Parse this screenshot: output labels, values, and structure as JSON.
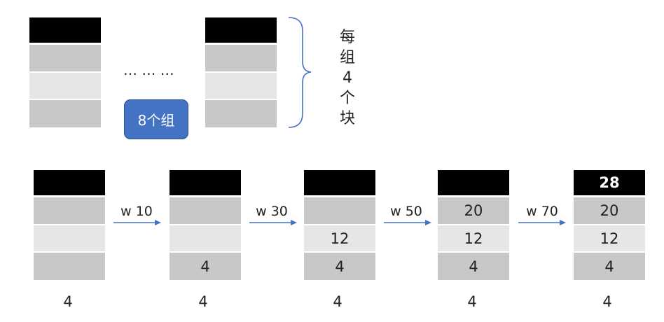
{
  "top": {
    "dots": "… … …",
    "group_label": "8个组",
    "brace_text": [
      "每",
      "组",
      "4",
      "个",
      "块"
    ]
  },
  "stages": [
    {
      "blocks": [
        "",
        "",
        "",
        ""
      ],
      "count": "4"
    },
    {
      "blocks": [
        "",
        "",
        "",
        "4"
      ],
      "count": "4"
    },
    {
      "blocks": [
        "",
        "",
        "12",
        "4"
      ],
      "count": "4"
    },
    {
      "blocks": [
        "",
        "20",
        "12",
        "4"
      ],
      "count": "4"
    },
    {
      "blocks": [
        "28",
        "20",
        "12",
        "4"
      ],
      "count": "4"
    }
  ],
  "arrows": [
    {
      "label": "w 10"
    },
    {
      "label": "w 30"
    },
    {
      "label": "w 50"
    },
    {
      "label": "w 70"
    }
  ],
  "colors": {
    "accent": "#4472c4",
    "black_block": "#000000",
    "mid_block": "#c8c8c8",
    "light_block": "#e6e6e6"
  }
}
